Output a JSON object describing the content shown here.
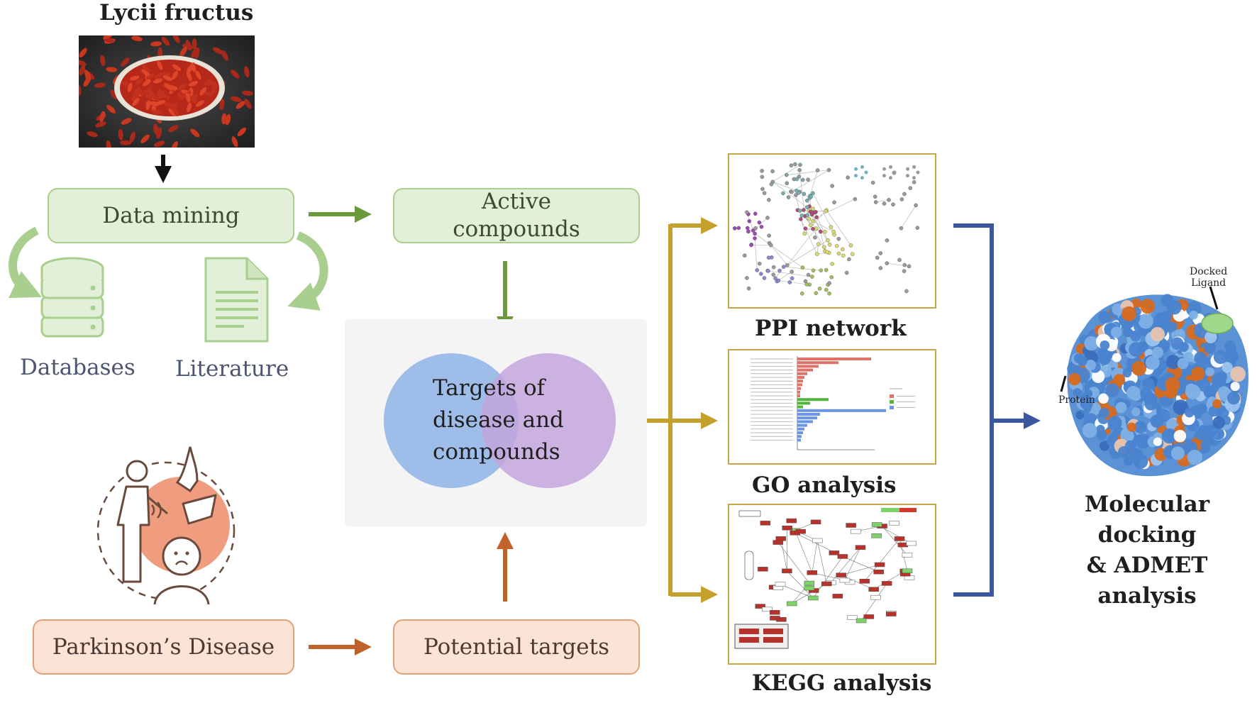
{
  "source": {
    "title": "Lycii fructus",
    "data_mining": "Data mining",
    "databases": "Databases",
    "literature": "Literature"
  },
  "compounds": {
    "line1": "Active",
    "line2": "compounds"
  },
  "disease": {
    "title": "Parkinson’s Disease",
    "potential_targets": "Potential targets"
  },
  "overlap": {
    "line1": "Targets of",
    "line2": "disease and",
    "line3": "compounds"
  },
  "analyses": {
    "ppi": "PPI network",
    "go": "GO analysis",
    "kegg": "KEGG analysis"
  },
  "docking": {
    "line1": "Molecular docking",
    "line2": "& ADMET analysis",
    "ligand_line1": "Docked",
    "ligand_line2": "Ligand",
    "protein": "Protein"
  },
  "colors": {
    "green_arrow": "#6a9a3c",
    "orange_arrow": "#c0622a",
    "gold_arrow": "#c4a12d",
    "blue_arrow": "#3a58a0",
    "venn_left": "#8fb3e6",
    "venn_right": "#c3a6dc"
  }
}
